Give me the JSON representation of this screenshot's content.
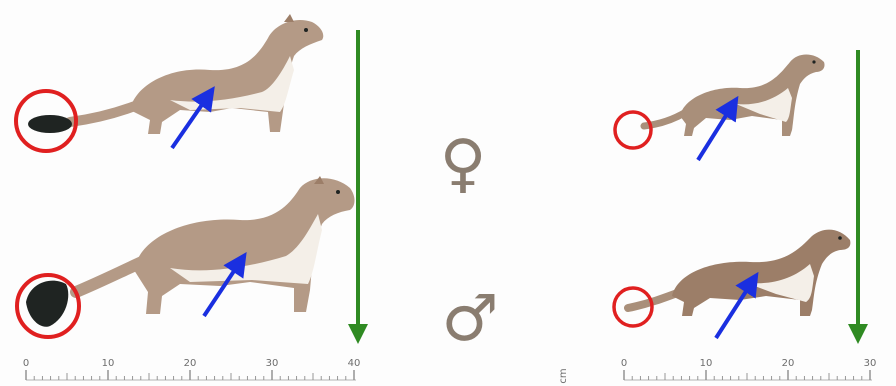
{
  "symbols": {
    "female": "♀",
    "male": "♂"
  },
  "scale_left": {
    "ticks": [
      "0",
      "10",
      "20",
      "30",
      "40"
    ]
  },
  "scale_right": {
    "unit": "cm",
    "ticks": [
      "0",
      "10",
      "20",
      "30"
    ]
  },
  "colors": {
    "circle": "#e02020",
    "arrow_blue": "#1a2fe0",
    "arrow_green": "#2f8a22",
    "fur": "#b49a86",
    "fur_dark": "#9c7e68",
    "belly": "#f4efe8",
    "tail_tip": "#1f2422",
    "ruler": "#8c8c8c"
  },
  "panels": [
    {
      "side": "left",
      "sex": "female",
      "tail_tip": "black"
    },
    {
      "side": "left",
      "sex": "male",
      "tail_tip": "black"
    },
    {
      "side": "right",
      "sex": "female",
      "tail_tip": "none"
    },
    {
      "side": "right",
      "sex": "male",
      "tail_tip": "none"
    }
  ]
}
